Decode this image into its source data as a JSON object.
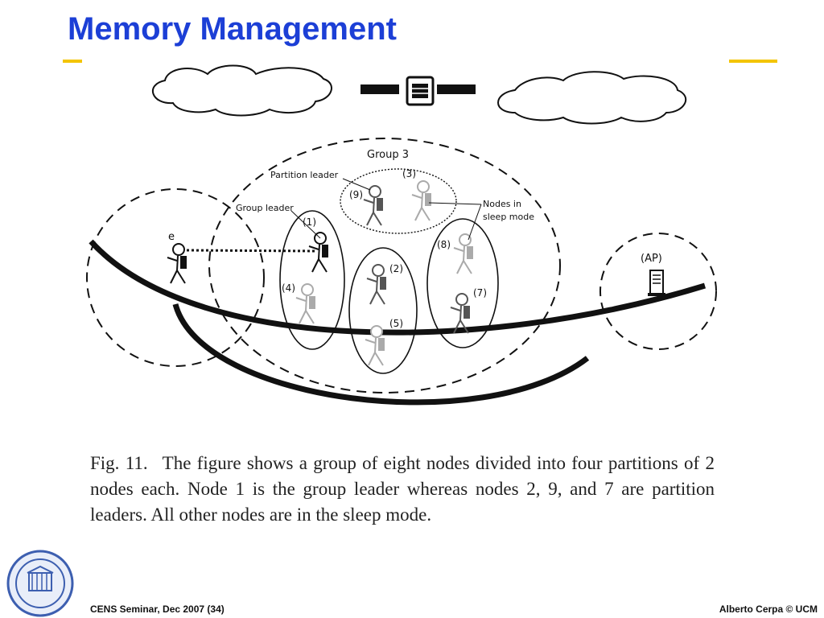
{
  "slide": {
    "title": "Memory Management"
  },
  "figure": {
    "labels": {
      "group": "Group 3",
      "partition_leader": "Partition leader",
      "group_leader": "Group leader",
      "sleep_nodes": [
        "Nodes in",
        "sleep mode"
      ],
      "e": "e",
      "ap": "(AP)",
      "n1": "(1)",
      "n2": "(2)",
      "n3": "(3)",
      "n4": "(4)",
      "n5": "(5)",
      "n7": "(7)",
      "n8": "(8)",
      "n9": "(9)"
    },
    "caption_num": "Fig. 11.",
    "caption_text": "The figure shows a group of eight nodes divided into four partitions of 2 nodes each. Node 1 is the group leader whereas nodes 2, 9, and 7 are partition leaders. All other nodes are in the sleep mode."
  },
  "footer": {
    "left": "CENS Seminar, Dec 2007 (34)",
    "right": "Alberto Cerpa © UCM"
  },
  "colors": {
    "title": "#1c3fd6",
    "accent": "#f3c400"
  },
  "icons": [
    "cloud-icon",
    "satellite-icon",
    "person-icon",
    "server-icon",
    "university-seal-icon"
  ]
}
